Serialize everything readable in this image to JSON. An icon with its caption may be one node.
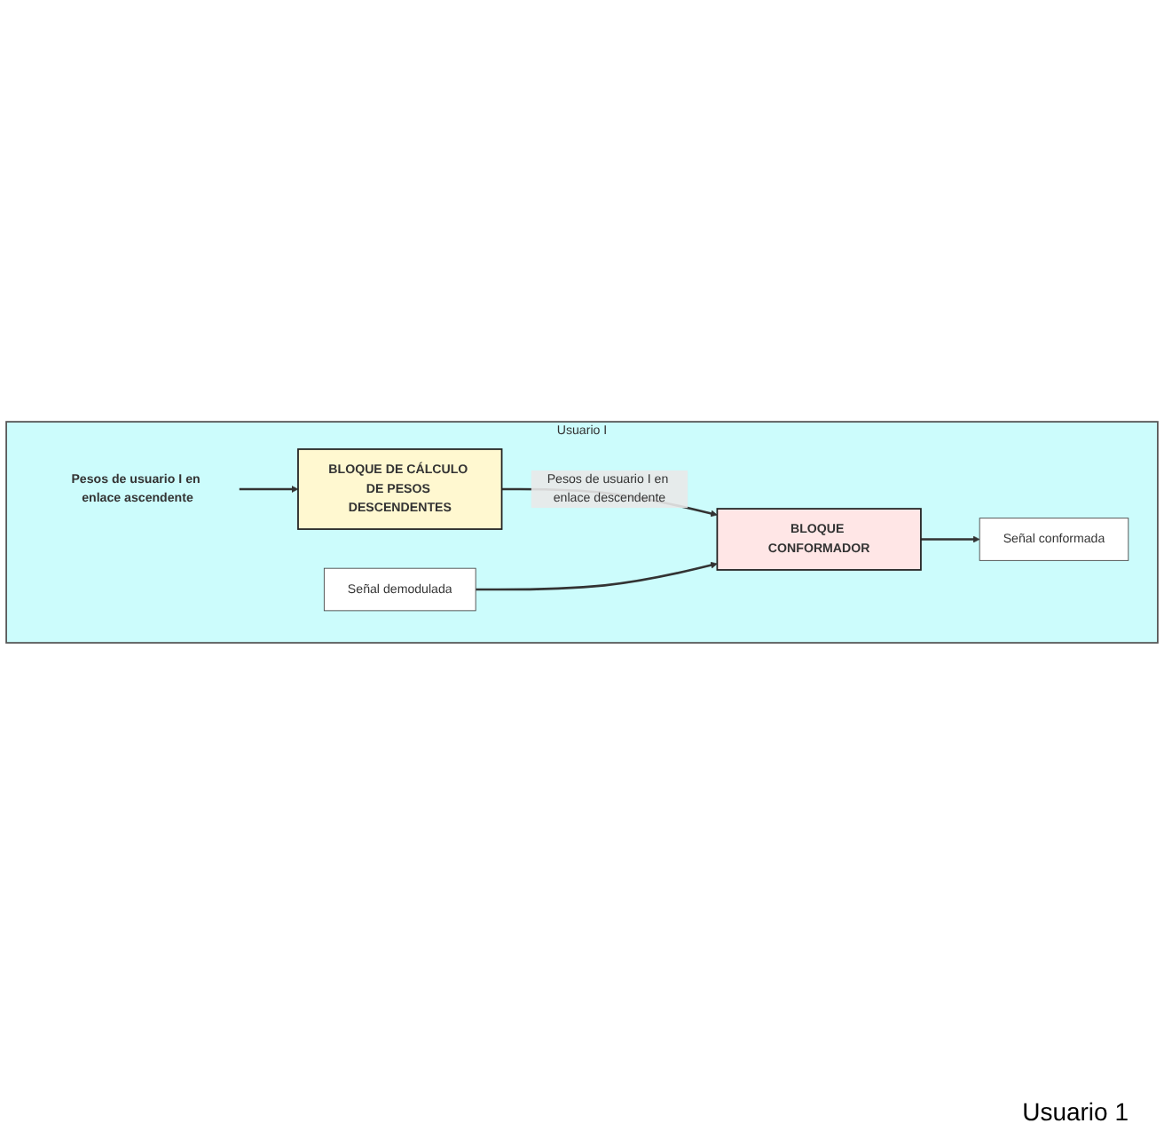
{
  "diagram": {
    "nodes": [
      {
        "text": [
          "Usuario I"
        ]
      },
      {
        "text": [
          "Pesos de usuario I en enlace ascendente"
        ],
        "in": 0
      },
      {
        "text": [
          "BLOQUE DE CÁLCULO DE PESOS DESCENDENTES"
        ],
        "in": 0
      },
      {
        "text": [
          "Señal conformada"
        ],
        "in": 0
      },
      {
        "text": [
          "BLOQUE CONFORMADOR"
        ],
        "in": 0
      },
      {
        "text": [
          "Señal demodulada"
        ],
        "in": 0
      }
    ],
    "edges": [
      {
        "from": 1,
        "to": 2,
        "arrow": "to"
      },
      {
        "from": 2,
        "to": 4,
        "arrow": "to",
        "label": "Pesos de usuario I en enlace descendente"
      },
      {
        "from": 5,
        "to": 4,
        "arrow": "to"
      },
      {
        "from": 4,
        "to": 3,
        "arrow": "to"
      }
    ],
    "labels": [
      "Usuario 1"
    ]
  }
}
